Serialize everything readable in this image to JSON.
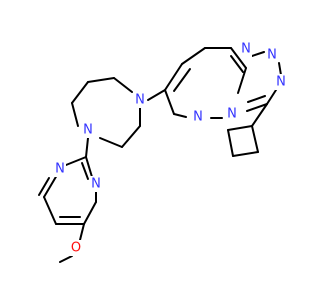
{
  "colors": {
    "background": "#ffffff",
    "carbon_bond": "#000000",
    "nitrogen": "#3333ff",
    "oxygen": "#ff0d0d"
  },
  "atoms": [
    {
      "id": "n1",
      "label": "N",
      "element": "N"
    },
    {
      "id": "n2",
      "label": "N",
      "element": "N"
    },
    {
      "id": "n3",
      "label": "N",
      "element": "N"
    },
    {
      "id": "n4",
      "label": "N",
      "element": "N"
    },
    {
      "id": "n5",
      "label": "N",
      "element": "N"
    },
    {
      "id": "n6",
      "label": "N",
      "element": "N"
    },
    {
      "id": "n7",
      "label": "N",
      "element": "N"
    },
    {
      "id": "n8",
      "label": "N",
      "element": "N"
    },
    {
      "id": "o1",
      "label": "O",
      "element": "O"
    }
  ]
}
